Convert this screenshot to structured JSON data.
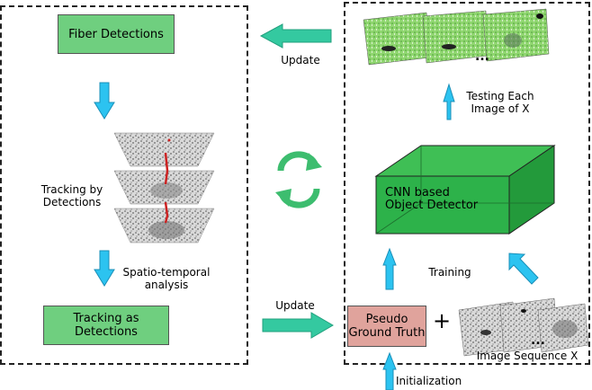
{
  "left_panel": {
    "fiber_detections": "Fiber Detections",
    "tracking_by_detections": "Tracking by\nDetections",
    "spatio_temporal": "Spatio-temporal\nanalysis",
    "tracking_as_detections": "Tracking as Detections"
  },
  "right_panel": {
    "testing_label": "Testing Each\nImage of X",
    "cnn_label": "CNN based\nObject Detector",
    "training_label": "Training",
    "pseudo_ground_truth": "Pseudo\nGround Truth",
    "plus": "+",
    "ellipsis_top": "...",
    "ellipsis_bottom": "...",
    "image_sequence_label": "Image Sequence X"
  },
  "flow": {
    "update_top": "Update",
    "update_bottom": "Update",
    "initialization": "Initialization"
  },
  "colors": {
    "box_green": "#6fcf7f",
    "box_pink": "#e0a39c",
    "arrow_blue": "#2cc3f0",
    "arrow_teal": "#34c9a0",
    "cube_green": "#2db24a",
    "cycle_green": "#3dbd6f"
  },
  "icons": [
    "cycle-arrows-icon"
  ]
}
